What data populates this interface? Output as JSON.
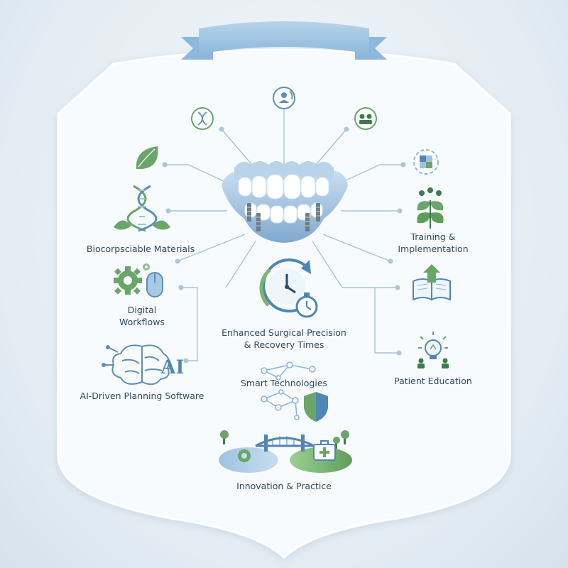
{
  "banner": {
    "title": ""
  },
  "labels": {
    "biocompatible": "Biocorpsciable Materials",
    "digital_line1": "Digital",
    "digital_line2": "Workflows",
    "ai_planning": "AI-Driven Planning Software",
    "enhanced_line1": "Enhanced Surgical Precision",
    "enhanced_line2": "& Recovery Times",
    "smart_tech": "Smart Technologies",
    "training_line1": "Training &",
    "training_line2": "Implementation",
    "patient_education": "Patient Education",
    "innovation_practice": "Innovation & Practice",
    "ai_glyph": "AI"
  },
  "colors": {
    "blue": "#5b8fb9",
    "light_blue": "#a9c9e3",
    "green": "#6aa56a",
    "dark_green": "#3e7a4e",
    "text": "#2f4a63",
    "connector": "#aac3d6"
  },
  "icons": [
    "dna-icon",
    "leaf-icon",
    "gear-icon",
    "mouse-icon",
    "brain-icon",
    "clock-icon",
    "stopwatch-icon",
    "network-icon",
    "shield-icon",
    "bridge-icon",
    "medical-kit-icon",
    "book-icon",
    "lightbulb-icon",
    "plant-people-icon",
    "user-refresh-icon",
    "puzzle-gear-icon",
    "denture-implant-icon"
  ]
}
